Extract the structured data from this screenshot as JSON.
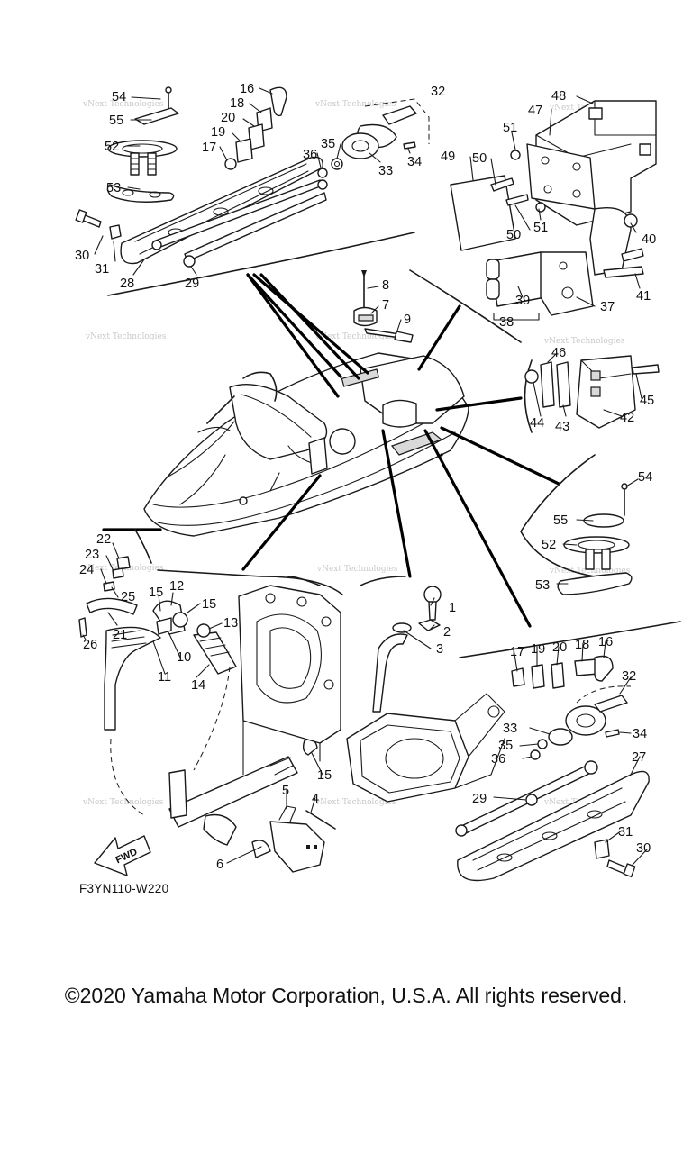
{
  "figure_code": "F3YN110-W220",
  "copyright": "©2020 Yamaha Motor Corporation, U.S.A. All rights reserved.",
  "watermark": "vNext Technologies",
  "fwd_label": "FWD",
  "callouts": {
    "c1": "1",
    "c2": "2",
    "c3": "3",
    "c4": "4",
    "c5": "5",
    "c6": "6",
    "c7": "7",
    "c8": "8",
    "c9": "9",
    "c10": "10",
    "c11": "11",
    "c12": "12",
    "c13": "13",
    "c14": "14",
    "c15": "15",
    "c16": "16",
    "c17": "17",
    "c18": "18",
    "c19": "19",
    "c20": "20",
    "c21": "21",
    "c22": "22",
    "c23": "23",
    "c24": "24",
    "c25": "25",
    "c26": "26",
    "c27": "27",
    "c28": "28",
    "c29": "29",
    "c30": "30",
    "c31": "31",
    "c32": "32",
    "c33": "33",
    "c34": "34",
    "c35": "35",
    "c36": "36",
    "c37": "37",
    "c38": "38",
    "c39": "39",
    "c40": "40",
    "c41": "41",
    "c42": "42",
    "c43": "43",
    "c44": "44",
    "c45": "45",
    "c46": "46",
    "c47": "47",
    "c48": "48",
    "c49": "49",
    "c50": "50",
    "c51": "51",
    "c52": "52",
    "c53": "53",
    "c54": "54",
    "c55": "55"
  }
}
